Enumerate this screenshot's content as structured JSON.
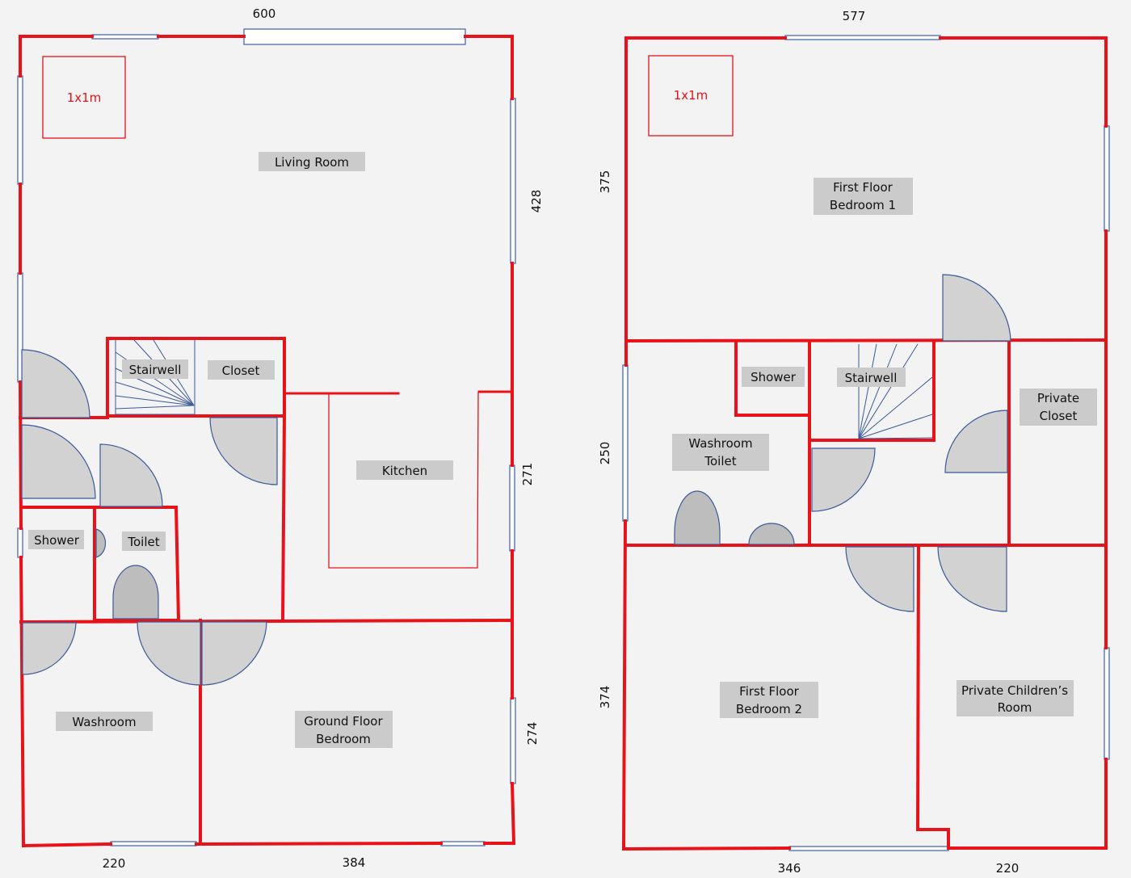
{
  "ground_floor": {
    "rooms": {
      "living_room": "Living Room",
      "stairwell": "Stairwell",
      "closet": "Closet",
      "kitchen": "Kitchen",
      "shower": "Shower",
      "toilet": "Toilet",
      "washroom": "Washroom",
      "bedroom_line1": "Ground Floor",
      "bedroom_line2": "Bedroom"
    },
    "dimensions": {
      "top": "600",
      "right_upper": "428",
      "right_middle": "271",
      "right_lower": "274",
      "bottom_left": "220",
      "bottom_right": "384"
    },
    "scale_label": "1x1m"
  },
  "first_floor": {
    "rooms": {
      "bedroom1_line1": "First Floor",
      "bedroom1_line2": "Bedroom 1",
      "shower": "Shower",
      "stairwell": "Stairwell",
      "private_closet_line1": "Private",
      "private_closet_line2": "Closet",
      "washroom_line1": "Washroom",
      "washroom_line2": "Toilet",
      "bedroom2_line1": "First Floor",
      "bedroom2_line2": "Bedroom 2",
      "children_line1": "Private Children’s",
      "children_line2": "Room"
    },
    "dimensions": {
      "top": "577",
      "left_upper": "375",
      "left_middle": "250",
      "left_lower": "374",
      "bottom_left": "346",
      "bottom_right": "220"
    },
    "scale_label": "1x1m"
  }
}
